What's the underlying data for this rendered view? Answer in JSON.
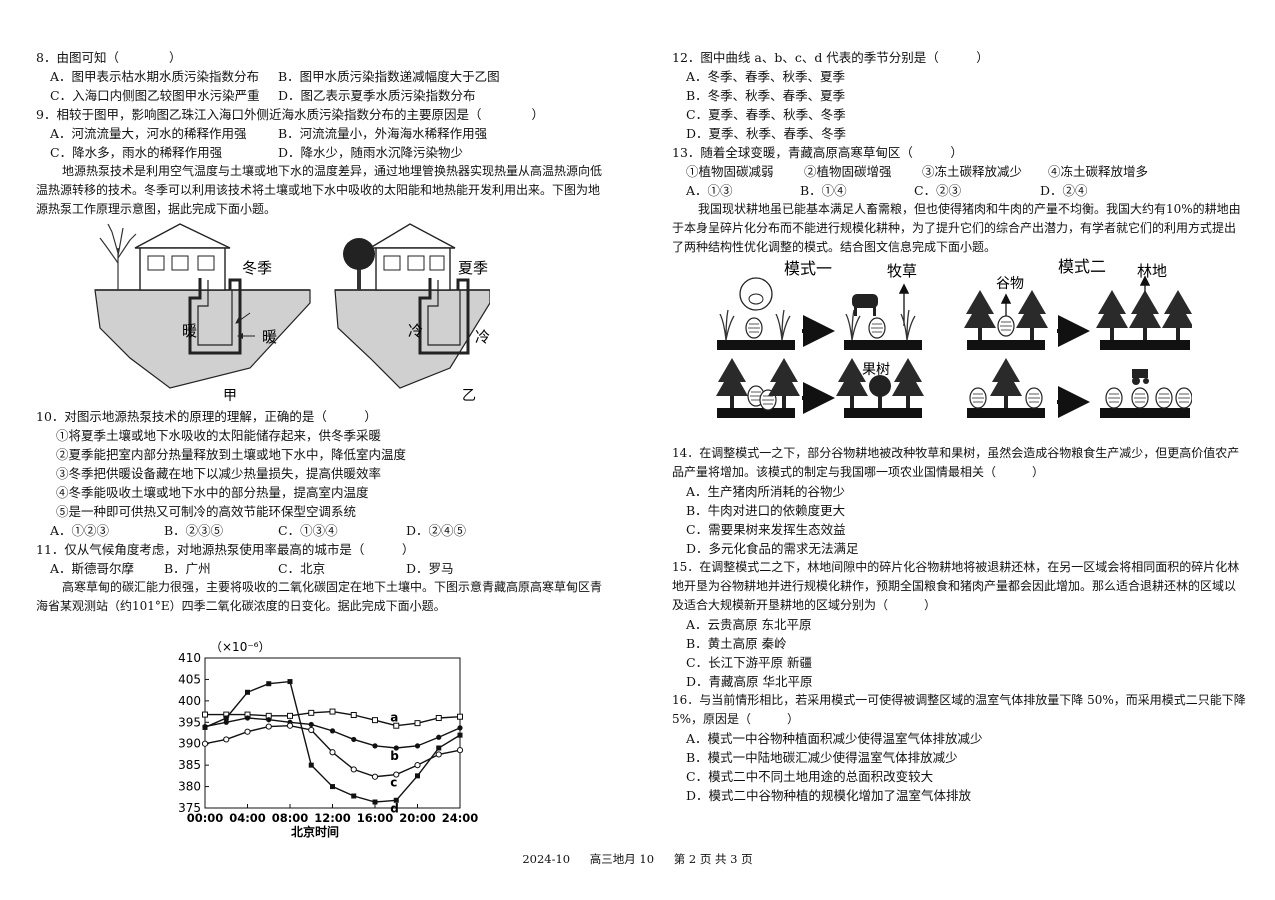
{
  "left": {
    "q8": {
      "stem": "8．由图可知（　　　　）",
      "opts": [
        "A．图甲表示枯水期水质污染指数分布",
        "B．图甲水质污染指数递减幅度大于乙图",
        "C．入海口内侧图乙较图甲水污染严重",
        "D．图乙表示夏季水质污染指数分布"
      ]
    },
    "q9": {
      "stem": "9．相较于图甲，影响图乙珠江入海口外侧近海水质污染指数分布的主要原因是（　　　　）",
      "opts": [
        "A．河流流量大，河水的稀释作用强",
        "B．河流流量小，外海海水稀释作用强",
        "C．降水多，雨水的稀释作用强",
        "D．降水少，随雨水沉降污染物少"
      ]
    },
    "passage1": "地源热泵技术是利用空气温度与土壤或地下水的温度差异，通过地埋管换热器实现热量从高温热源向低温热源转移的技术。冬季可以利用该技术将土壤或地下水中吸收的太阳能和地热能开发利用出来。下图为地源热泵工作原理示意图，据此完成下面小题。",
    "figure": {
      "winter": "冬季",
      "summer": "夏季",
      "warm": "暖",
      "cold": "冷",
      "jia": "甲",
      "yi": "乙"
    },
    "q10": {
      "stem": "10．对图示地源热泵技术的原理的理解，正确的是（　　　）",
      "items": [
        "①将夏季土壤或地下水吸收的太阳能储存起来，供冬季采暖",
        "②夏季能把室内部分热量释放到土壤或地下水中，降低室内温度",
        "③冬季把供暖设备藏在地下以减少热量损失，提高供暖效率",
        "④冬季能吸收土壤或地下水中的部分热量，提高室内温度",
        "⑤是一种即可供热又可制冷的高效节能环保型空调系统"
      ],
      "opts": [
        "A．①②③",
        "B．②③⑤",
        "C．①③④",
        "D．②④⑤"
      ]
    },
    "q11": {
      "stem": "11．仅从气候角度考虑，对地源热泵使用率最高的城市是（　　　）",
      "opts": [
        "A．斯德哥尔摩",
        "B．广州",
        "C．北京",
        "D．罗马"
      ]
    },
    "passage2": "高寒草甸的碳汇能力很强，主要将吸收的二氧化碳固定在地下土壤中。下图示意青藏高原高寒草甸区青海省某观测站（约101°E）四季二氧化碳浓度的日变化。据此完成下面小题。"
  },
  "chart_data": {
    "type": "line",
    "unit": "（×10⁻⁶）",
    "xlabel": "北京时间",
    "xtick_labels": [
      "00:00",
      "04:00",
      "08:00",
      "12:00",
      "16:00",
      "20:00",
      "24:00"
    ],
    "ytick_labels": [
      "375",
      "380",
      "385",
      "390",
      "395",
      "400",
      "405",
      "410"
    ],
    "xlim": [
      0,
      24
    ],
    "ylim": [
      375,
      410
    ],
    "x": [
      0,
      2,
      4,
      6,
      8,
      10,
      12,
      14,
      16,
      18,
      20,
      22,
      24
    ],
    "series": [
      {
        "name": "a",
        "values": [
          396.8,
          396.8,
          396.8,
          396.5,
          396.5,
          397.2,
          397.5,
          396.7,
          395.5,
          394.2,
          394.8,
          396.0,
          396.3
        ]
      },
      {
        "name": "b",
        "values": [
          394.0,
          395.0,
          396.0,
          395.6,
          395.0,
          394.5,
          393.0,
          391.0,
          389.5,
          389.0,
          389.5,
          391.5,
          393.7
        ]
      },
      {
        "name": "c",
        "values": [
          390.0,
          391.0,
          392.8,
          394.0,
          394.2,
          393.2,
          388.0,
          384.0,
          382.3,
          382.8,
          385.0,
          387.5,
          388.5
        ]
      },
      {
        "name": "d",
        "values": [
          393.8,
          396.0,
          402.0,
          404.0,
          404.5,
          385.0,
          380.0,
          377.8,
          376.4,
          376.8,
          382.5,
          389.0,
          392.0
        ]
      }
    ]
  },
  "right": {
    "q12": {
      "stem": "12．图中曲线 a、b、c、d 代表的季节分别是（　　　）",
      "opts": [
        "A．冬季、春季、秋季、夏季",
        "B．冬季、秋季、春季、夏季",
        "C．夏季、春季、秋季、冬季",
        "D．夏季、秋季、春季、冬季"
      ]
    },
    "q13": {
      "stem": "13．随着全球变暖，青藏高原高寒草甸区（　　　）",
      "items": [
        "①植物固碳减弱",
        "②植物固碳增强",
        "③冻土碳释放减少",
        "④冻土碳释放增多"
      ],
      "opts": [
        "A．①③",
        "B．①④",
        "C．②③",
        "D．②④"
      ]
    },
    "passage3": "我国现状耕地虽已能基本满足人畜需粮，但也使得猪肉和牛肉的产量不均衡。我国大约有10%的耕地由于本身呈碎片化分布而不能进行规模化耕种，为了提升它们的综合产出潜力，有学者就它们的利用方式提出了两种结构性优化调整的模式。结合图文信息完成下面小题。",
    "models": {
      "m1": "模式一",
      "m2": "模式二",
      "grass": "牧草",
      "grain": "谷物",
      "forest": "林地",
      "fruit": "果树"
    },
    "q14": {
      "stem": "14．在调整模式一之下，部分谷物耕地被改种牧草和果树，虽然会造成谷物粮食生产减少，但更高价值农产品产量将增加。该模式的制定与我国哪一项农业国情最相关（　　　）",
      "opts": [
        "A．生产猪肉所消耗的谷物少",
        "B．牛肉对进口的依赖度更大",
        "C．需要果树来发挥生态效益",
        "D．多元化食品的需求无法满足"
      ]
    },
    "q15": {
      "stem": "15．在调整模式二之下，林地间隙中的碎片化谷物耕地将被退耕还林，在另一区域会将相同面积的碎片化林地开垦为谷物耕地并进行规模化耕作，预期全国粮食和猪肉产量都会因此增加。那么适合退耕还林的区域以及适合大规模新开垦耕地的区域分别为（　　　）",
      "opts": [
        "A．云贵高原  东北平原",
        "B．黄土高原  秦岭",
        "C．长江下游平原  新疆",
        "D．青藏高原  华北平原"
      ]
    },
    "q16": {
      "stem": "16．与当前情形相比，若采用模式一可使得被调整区域的温室气体排放量下降 50%，而采用模式二只能下降 5%，原因是（　　　）",
      "opts": [
        "A．模式一中谷物种植面积减少使得温室气体排放减少",
        "B．模式一中陆地碳汇减少使得温室气体排放减少",
        "C．模式二中不同土地用途的总面积改变较大",
        "D．模式二中谷物种植的规模化增加了温室气体排放"
      ]
    }
  },
  "footer": {
    "date": "2024-10",
    "exam": "高三地月 10",
    "page": "第 2 页  共 3 页"
  }
}
